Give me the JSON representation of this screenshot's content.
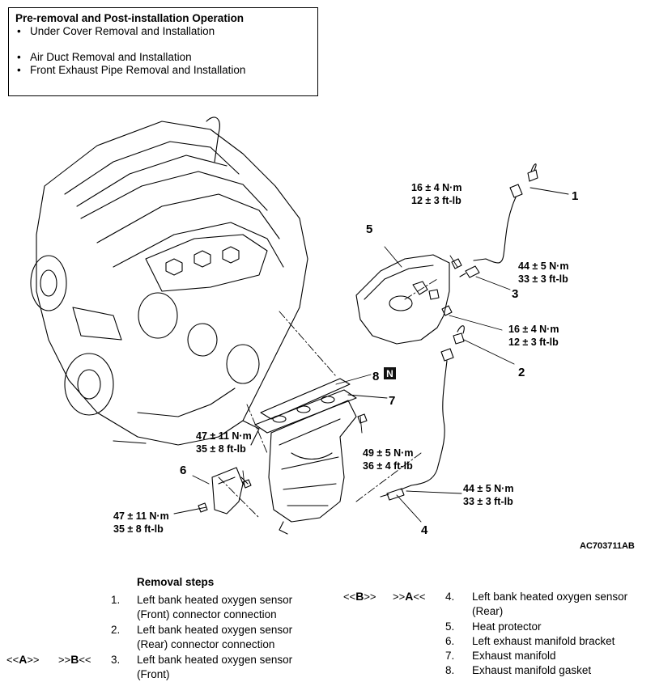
{
  "pre_box": {
    "title": "Pre-removal and Post-installation Operation",
    "items": [
      "Under Cover Removal and Installation",
      "Air Duct Removal and Installation",
      "Front Exhaust Pipe Removal and Installation"
    ],
    "bullet": "•"
  },
  "diagram": {
    "figure_id": "AC703711AB",
    "callouts": [
      "1",
      "2",
      "3",
      "4",
      "5",
      "6",
      "7",
      "8"
    ],
    "n_badge": "N",
    "torques": {
      "t_16_top": [
        "16 ± 4 N·m",
        "12 ± 3 ft-lb"
      ],
      "t_44_right": [
        "44 ± 5 N·m",
        "33 ± 3 ft-lb"
      ],
      "t_16_mid": [
        "16 ± 4 N·m",
        "12 ± 3 ft-lb"
      ],
      "t_47_upper": [
        "47 ± 11 N·m",
        "35 ± 8 ft-lb"
      ],
      "t_49": [
        "49 ± 5 N·m",
        "36 ± 4 ft-lb"
      ],
      "t_44_lower": [
        "44 ± 5 N·m",
        "33 ± 3 ft-lb"
      ],
      "t_47_lower": [
        "47 ± 11 N·m",
        "35 ± 8 ft-lb"
      ]
    }
  },
  "removal": {
    "title": "Removal steps",
    "steps": [
      {
        "num": "1.",
        "lines": [
          "Left bank heated oxygen sensor",
          "(Front) connector connection"
        ]
      },
      {
        "num": "2.",
        "lines": [
          "Left bank heated oxygen sensor",
          "(Rear) connector connection"
        ]
      },
      {
        "num": "3.",
        "lines": [
          "Left bank heated oxygen sensor",
          "(Front)"
        ]
      },
      {
        "num": "4.",
        "lines": [
          "Left bank heated oxygen sensor",
          "(Rear)"
        ]
      },
      {
        "num": "5.",
        "lines": [
          "Heat protector"
        ]
      },
      {
        "num": "6.",
        "lines": [
          "Left exhaust manifold bracket"
        ]
      },
      {
        "num": "7.",
        "lines": [
          "Exhaust manifold"
        ]
      },
      {
        "num": "8.",
        "lines": [
          "Exhaust manifold gasket"
        ]
      }
    ],
    "marks": {
      "step3": {
        "install": "<<A>>",
        "install_letter": "A",
        "remove": ">>B<<",
        "remove_letter": "B"
      },
      "step4": {
        "install": "<<B>>",
        "install_letter": "B",
        "remove": ">>A<<",
        "remove_letter": "A"
      }
    }
  }
}
